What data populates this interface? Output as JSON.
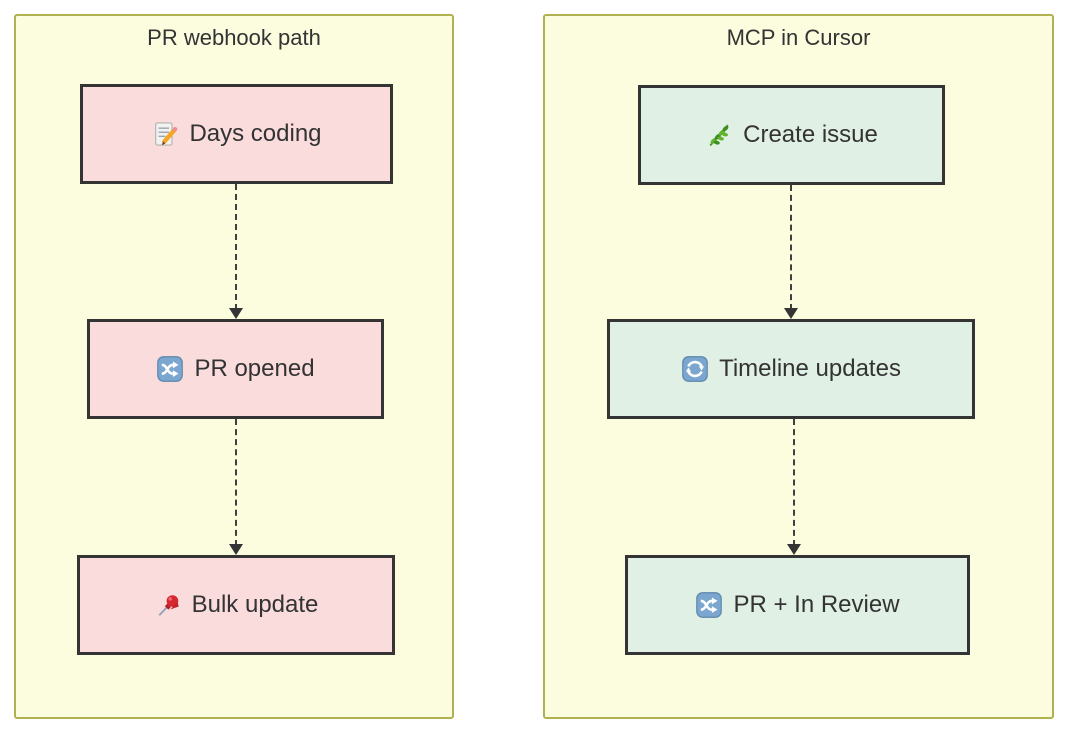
{
  "page": {
    "background": "#ffffff"
  },
  "diagram": {
    "type": "flowchart",
    "direction": "top-down",
    "colors": {
      "cluster_fill": "#fcfcdf",
      "cluster_border": "#b1b152",
      "node_border": "#343434",
      "pink_node_fill": "#fbdcdd",
      "green_node_fill": "#e1f0e5",
      "text": "#333333",
      "edge": "#3f3f3f"
    },
    "columns": [
      {
        "title": "PR webhook path",
        "node_fill": "#fbdcdd",
        "nodes": [
          {
            "icon": "memo-icon",
            "label": "Days coding"
          },
          {
            "icon": "shuffle-icon",
            "label": "PR opened"
          },
          {
            "icon": "pushpin-icon",
            "label": "Bulk update"
          }
        ],
        "edges": [
          {
            "from": "Days coding",
            "to": "PR opened",
            "style": "dashed-arrow"
          },
          {
            "from": "PR opened",
            "to": "Bulk update",
            "style": "dashed-arrow"
          }
        ]
      },
      {
        "title": "MCP in Cursor",
        "node_fill": "#e1f0e5",
        "nodes": [
          {
            "icon": "herb-icon",
            "label": "Create issue"
          },
          {
            "icon": "counterclockwise-arrows-icon",
            "label": "Timeline updates"
          },
          {
            "icon": "shuffle-icon",
            "label": "PR + In Review"
          }
        ],
        "edges": [
          {
            "from": "Create issue",
            "to": "Timeline updates",
            "style": "dashed-arrow"
          },
          {
            "from": "Timeline updates",
            "to": "PR + In Review",
            "style": "dashed-arrow"
          }
        ]
      }
    ]
  }
}
